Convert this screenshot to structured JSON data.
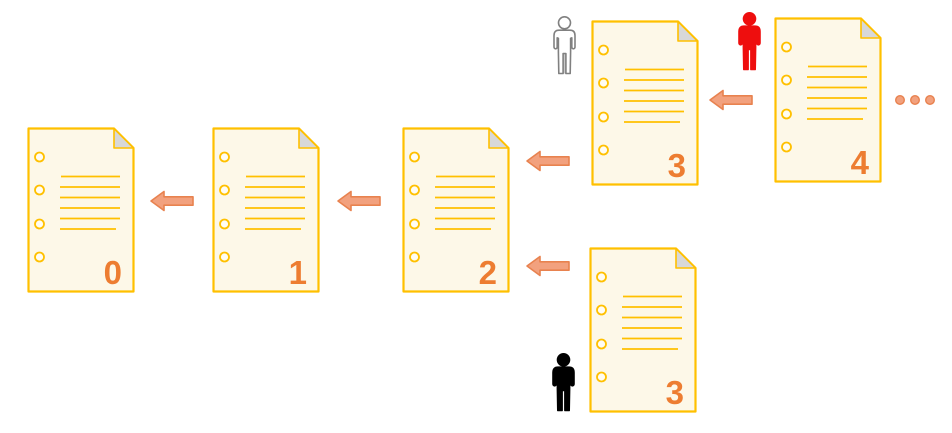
{
  "diagram_type": "document-version-chain",
  "documents": [
    {
      "name": "document-version-0",
      "label": "0"
    },
    {
      "name": "document-version-1",
      "label": "1"
    },
    {
      "name": "document-version-2",
      "label": "2"
    },
    {
      "name": "document-version-3-top",
      "label": "3"
    },
    {
      "name": "document-version-4",
      "label": "4"
    },
    {
      "name": "document-version-3-bottom",
      "label": "3"
    }
  ],
  "arrows": [
    {
      "from": "1",
      "to": "0"
    },
    {
      "from": "2",
      "to": "1"
    },
    {
      "from": "3-top",
      "to": "2"
    },
    {
      "from": "3-bottom",
      "to": "2"
    },
    {
      "from": "4",
      "to": "3-top"
    }
  ],
  "persons": [
    {
      "name": "outline-person",
      "style": "outline",
      "color": "#FFFFFF",
      "position": "left-of-document-3-top"
    },
    {
      "name": "red-person",
      "style": "solid",
      "color": "#EE0E0E",
      "position": "left-of-document-4"
    },
    {
      "name": "black-person",
      "style": "solid",
      "color": "#000000",
      "position": "left-of-document-3-bottom"
    }
  ],
  "continuation_dots": {
    "count": 3,
    "position": "right-of-document-4"
  },
  "colors": {
    "canvas_bg": "#FFFFFF",
    "doc_border": "#FFC000",
    "doc_fill": "#FDF8E8",
    "doc_line": "#FFC000",
    "doc_hole_fill": "#FFFDF4",
    "fold_fill": "#D8D8D8",
    "number": "#ED7D31",
    "arrow_fill": "#F2A17E",
    "arrow_stroke": "#E8824F",
    "dot_fill": "#F2A17E",
    "dot_stroke": "#E8824F",
    "person_red": "#EE0E0E",
    "person_black": "#000000",
    "person_outline_fill": "#FFFFFF",
    "person_outline_stroke": "#808080",
    "person_outline_gap": "#C9C9C9"
  }
}
